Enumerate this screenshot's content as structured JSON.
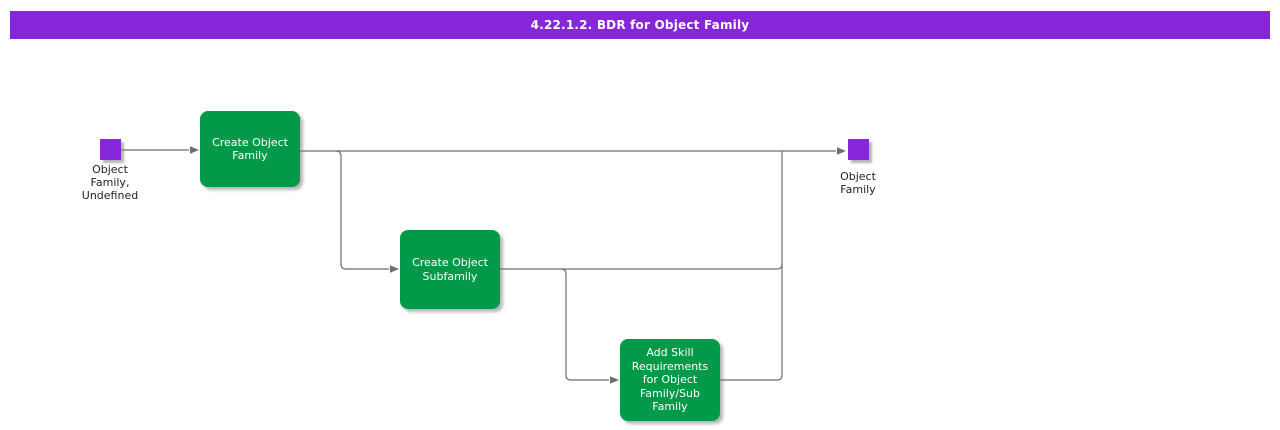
{
  "title_bar": {
    "text": "4.22.1.2. BDR for Object Family"
  },
  "colors": {
    "title_bar_bg": "#8626D9",
    "title_text": "#FFFFFF",
    "activity_green": "#029A49",
    "activity_text": "#FFFFFF",
    "terminator_purple": "#8626D9",
    "connector_gray": "#6E6E6E",
    "label_text": "#1F1F1F",
    "background": "#FFFFFF"
  },
  "diagram": {
    "start_node": {
      "label": "Object\nFamily,\nUndefined"
    },
    "end_node": {
      "label": "Object\nFamily"
    },
    "activities": [
      {
        "label": "Create Object\nFamily"
      },
      {
        "label": "Create Object\nSubfamily"
      },
      {
        "label": "Add Skill\nRequirements\nfor Object\nFamily/Sub\nFamily"
      }
    ]
  }
}
